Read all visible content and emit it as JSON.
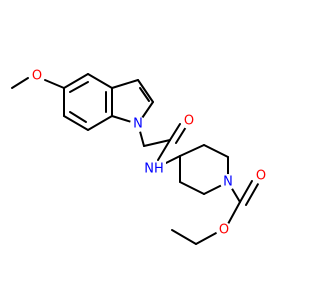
{
  "structure": {
    "colors": {
      "carbon_bond": "#000000",
      "oxygen": "#ff0000",
      "nitrogen": "#0000ff",
      "background": "#ffffff"
    },
    "labels": {
      "methoxy_oxygen": "O",
      "indole_nitrogen": "N",
      "amide_oxygen": "O",
      "amide_nh": "NH",
      "piperidine_nitrogen": "N",
      "carbonyl_oxygen": "O",
      "ester_oxygen": "O"
    }
  }
}
